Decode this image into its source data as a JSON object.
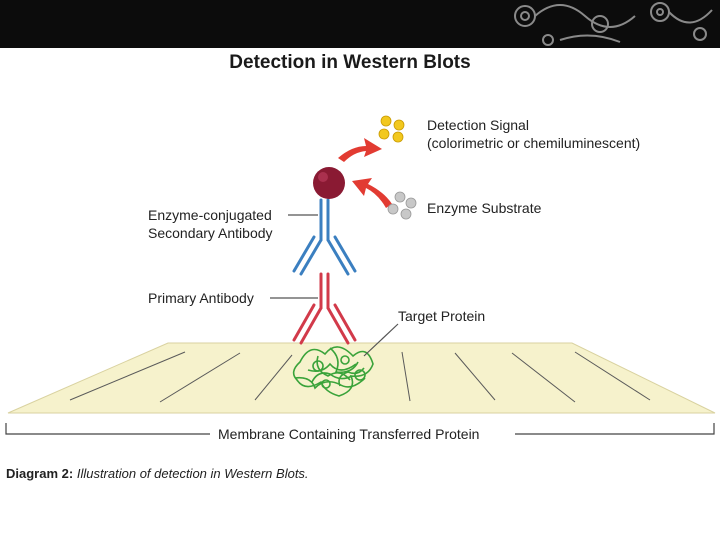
{
  "title": "Detection in Western Blots",
  "labels": {
    "detection_signal_line1": "Detection Signal",
    "detection_signal_line2": "(colorimetric or chemiluminescent)",
    "enzyme_substrate": "Enzyme Substrate",
    "enzyme_conjugated_line1": "Enzyme-conjugated",
    "enzyme_conjugated_line2": "Secondary Antibody",
    "primary_antibody": "Primary Antibody",
    "target_protein": "Target Protein",
    "membrane": "Membrane Containing Transferred Protein"
  },
  "caption": {
    "prefix": "Diagram 2:",
    "text": "Illustration of detection in Western Blots."
  },
  "colors": {
    "header_bar": "#0c0c0c",
    "membrane_fill": "#f6f2cc",
    "signal_dot": "#f2c81e",
    "substrate_dot": "#c8c8c8",
    "arrow": "#e23b32",
    "enzyme": "#8a1a33",
    "secondary_antibody": "#3b7fc0",
    "primary_antibody": "#d23a4a",
    "protein": "#3aa33a"
  }
}
